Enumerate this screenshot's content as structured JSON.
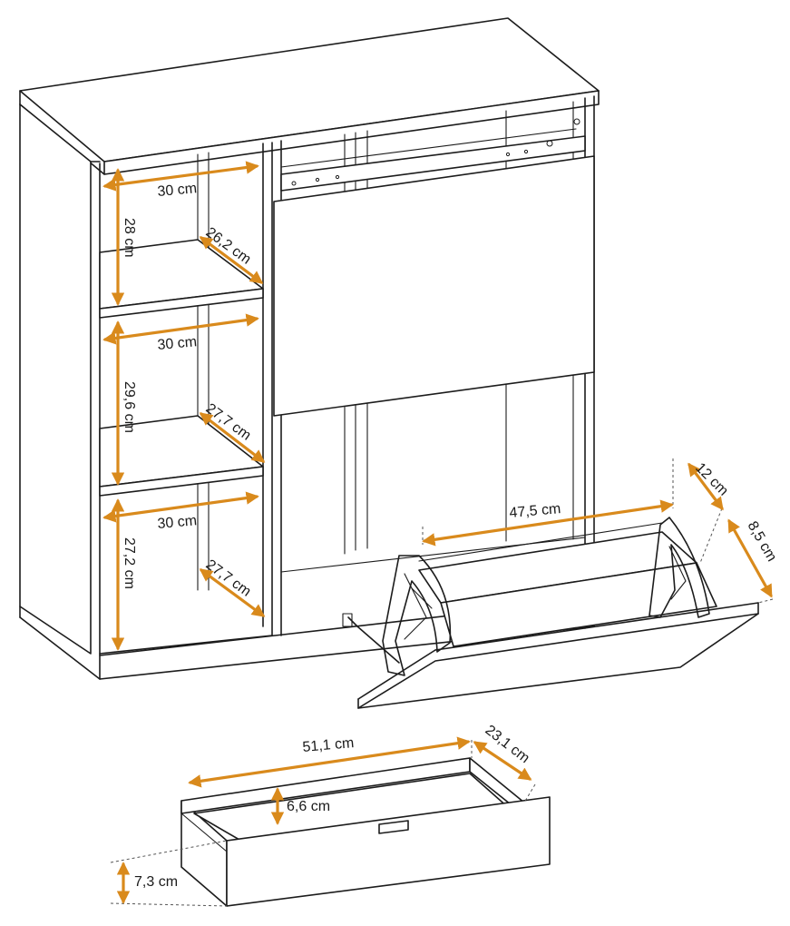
{
  "colors": {
    "dimension": "#d98a1c",
    "outline": "#1c1c1c",
    "background": "#ffffff"
  },
  "dimensions": {
    "shelf_width_1": "30 cm",
    "shelf_height_1": "28 cm",
    "shelf_depth_1": "26,2 cm",
    "shelf_width_2": "30 cm",
    "shelf_height_2": "29,6 cm",
    "shelf_depth_2": "27,7 cm",
    "shelf_width_3": "30 cm",
    "shelf_height_3": "27,2 cm",
    "shelf_depth_3": "27,7 cm",
    "flap_width": "47,5 cm",
    "flap_depth_top": "12 cm",
    "flap_depth_side": "8,5 cm",
    "drawer_width": "51,1 cm",
    "drawer_depth": "23,1 cm",
    "drawer_inner_height": "6,6 cm",
    "drawer_front_height": "7,3 cm"
  }
}
